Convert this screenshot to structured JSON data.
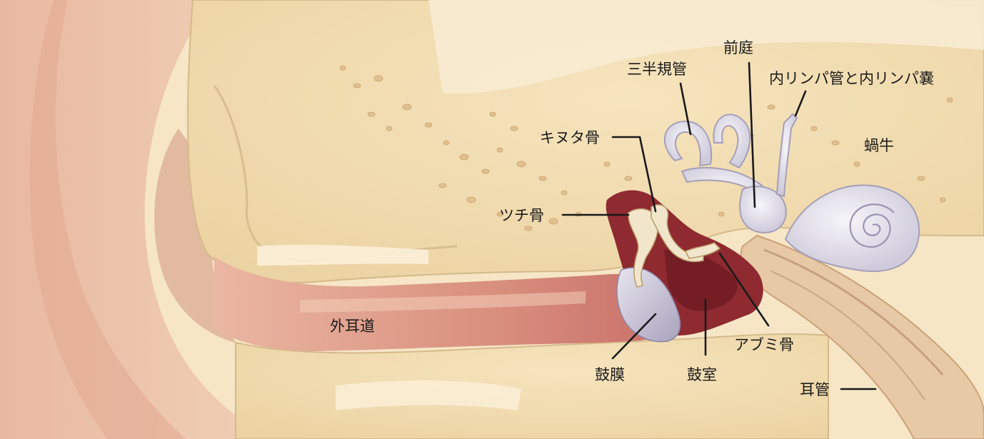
{
  "labels": {
    "semicircular_canals": "三半規管",
    "vestibule": "前庭",
    "endolymphatic": "内リンパ管と内リンパ嚢",
    "incus": "キヌタ骨",
    "cochlea": "蝸牛",
    "malleus": "ツチ骨",
    "ear_canal": "外耳道",
    "stapes": "アブミ骨",
    "eardrum": "鼓膜",
    "tympanic_cavity": "鼓室",
    "eustachian_tube": "耳管"
  },
  "colors": {
    "background": "#f6e6c6",
    "bone": "#f2dfb4",
    "skin": "#e9b89f",
    "canal": "#d98f7f",
    "cavity": "#8e2a30",
    "inner_ear": "#e8e6ee",
    "label": "#1a1a1a"
  }
}
